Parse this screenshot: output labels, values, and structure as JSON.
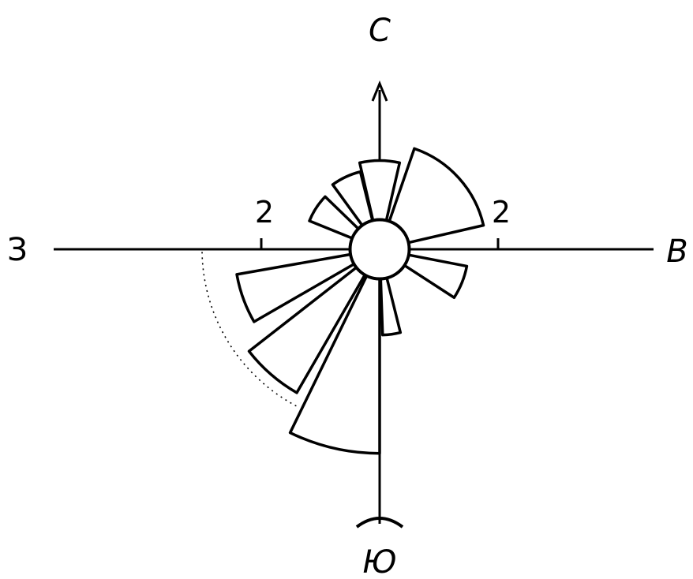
{
  "directions": {
    "north": "С",
    "south": "Ю",
    "west": "З",
    "east": "В"
  },
  "scale_labels": {
    "west": "2",
    "east": "2"
  },
  "scale_value": 2,
  "calm_radius_units": 0.5,
  "petals": [
    {
      "name": "petal-north",
      "azimuth": 0,
      "width_deg": 26,
      "length": 1.0
    },
    {
      "name": "petal-north-north-west",
      "azimuth": 335,
      "width_deg": 22,
      "length": 0.85
    },
    {
      "name": "petal-west-north-west",
      "azimuth": 303,
      "width_deg": 22,
      "length": 0.78
    },
    {
      "name": "petal-north-east",
      "azimuth": 48,
      "width_deg": 58,
      "length": 1.3
    },
    {
      "name": "petal-east-south-east",
      "azimuth": 112,
      "width_deg": 22,
      "length": 1.0
    },
    {
      "name": "petal-south-south-east",
      "azimuth": 172,
      "width_deg": 12,
      "length": 0.95
    },
    {
      "name": "petal-south",
      "azimuth": 193,
      "width_deg": 26,
      "length": 2.95
    },
    {
      "name": "petal-south-west",
      "azimuth": 221,
      "width_deg": 22,
      "length": 2.3
    },
    {
      "name": "petal-west-south-west",
      "azimuth": 250,
      "width_deg": 20,
      "length": 1.95
    }
  ],
  "dotted_arc": {
    "radius_units": 3.0,
    "from_azimuth": 208,
    "to_azimuth": 270
  }
}
